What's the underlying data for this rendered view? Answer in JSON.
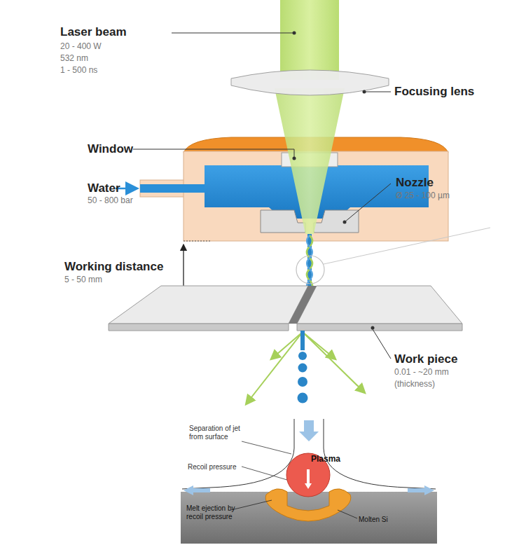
{
  "diagram": {
    "nodes": [
      {
        "text": [
          "Plasma"
        ]
      }
    ],
    "labels": [
      "Laser beam",
      "20 - 400 W",
      "532 nm",
      "1 - 500 ns",
      "Focusing lens",
      "Window",
      "Water",
      "50 - 800 bar",
      "Nozzle",
      "Ø 25 - 100 µm",
      "Working distance",
      "5 - 50 mm",
      "Work piece",
      "0.01 - ~20 mm",
      "(thickness)",
      "Separation of jet from surface",
      "Recoil pressure",
      "Melt ejection by recoil pressure",
      "Molten Si"
    ]
  }
}
